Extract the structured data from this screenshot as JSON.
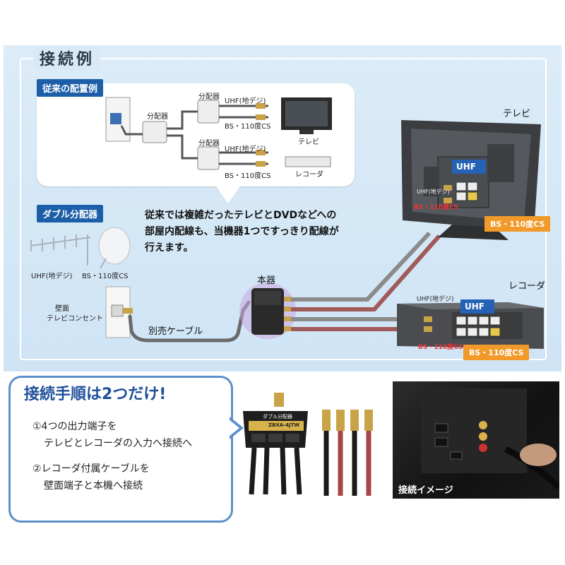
{
  "section_title": "接続例",
  "conventional": {
    "tag": "従来の配置例",
    "splitter_main": "分配器",
    "splitter_top": "分配器",
    "splitter_bottom": "分配器",
    "uhf_top": "UHF(地デジ)",
    "bs_top": "BS・110度CS",
    "uhf_bottom": "UHF(地デジ)",
    "bs_bottom": "BS・110度CS",
    "tv": "テレビ",
    "recorder": "レコーダ"
  },
  "double": {
    "tag": "ダブル分配器",
    "uhf": "UHF(地デジ)",
    "bs": "BS・110度CS",
    "wall_line1": "壁面",
    "wall_line2": "テレビコンセント",
    "cable": "別売ケーブル",
    "unit": "本器"
  },
  "callout": {
    "line1": "従来では複雑だったテレビとDVDなどへの",
    "line2": "部屋内配線も、当機器1つですっきり配線が",
    "line3": "行えます。"
  },
  "tv_side": {
    "name": "テレビ",
    "uhf_badge": "UHF",
    "uhf_small": "UHF(地デジ)",
    "bs_small": "BS・110度CS",
    "bs_badge": "BS・110度CS"
  },
  "recorder_side": {
    "name": "レコーダ",
    "uhf_small": "UHF(地デジ)",
    "uhf_badge": "UHF",
    "bs_small": "BS・110度CS",
    "bs_badge": "BS・110度CS"
  },
  "steps": {
    "title": "接続手順は2つだけ!",
    "s1_line1": "①4つの出力端子を",
    "s1_line2": "テレビとレコーダの入力へ接続へ",
    "s2_line1": "②レコーダ付属ケーブルを",
    "s2_line2": "壁面端子と本機へ接続"
  },
  "product": {
    "label": "ダブル分配器",
    "model": "ZBXA-4JTW"
  },
  "photo_caption": "接続イメージ",
  "colors": {
    "accent_blue": "#1d5ea8",
    "badge_orange": "#f19a2a",
    "panel_bg": "#d8eaf7",
    "steps_border": "#5d8fc9"
  }
}
